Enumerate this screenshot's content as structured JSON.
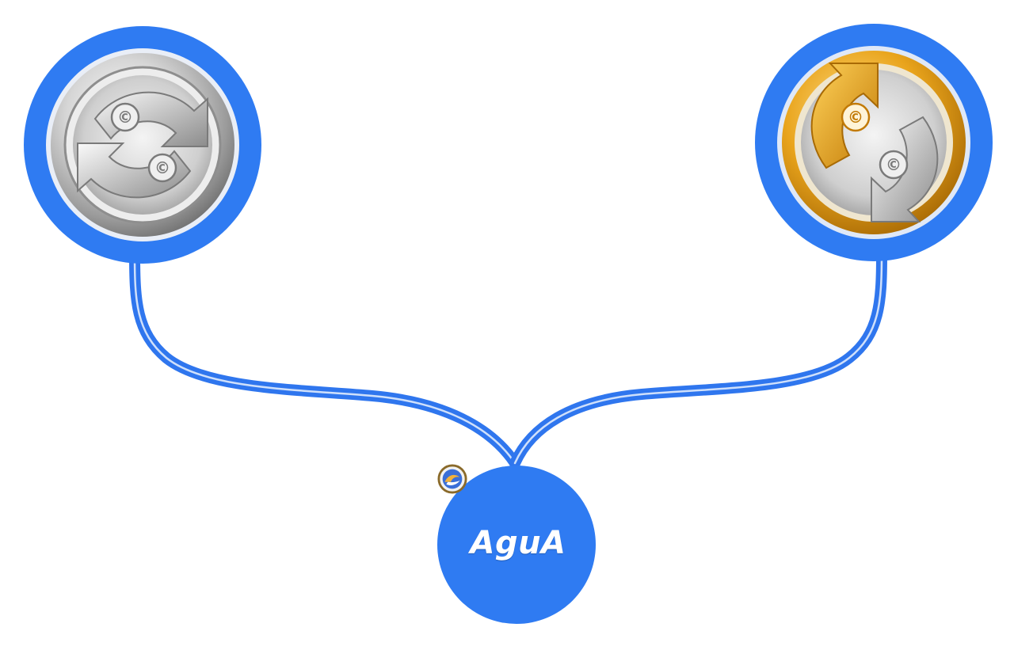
{
  "brand": {
    "name": "AguA",
    "icon": "agua-logo-icon"
  },
  "nodes": [
    {
      "id": "left",
      "icon": "silver-sync-icon",
      "variant": "silver"
    },
    {
      "id": "right",
      "icon": "gold-sync-icon",
      "variant": "gold"
    },
    {
      "id": "center",
      "icon": "agua-logo-icon",
      "variant": "brand"
    }
  ],
  "colors": {
    "node_blue": "#2f7bf2",
    "connector_blue": "#2f76ee",
    "silver": "#c8c8c8",
    "gold": "#e9a41c",
    "background": "#ffffff"
  }
}
